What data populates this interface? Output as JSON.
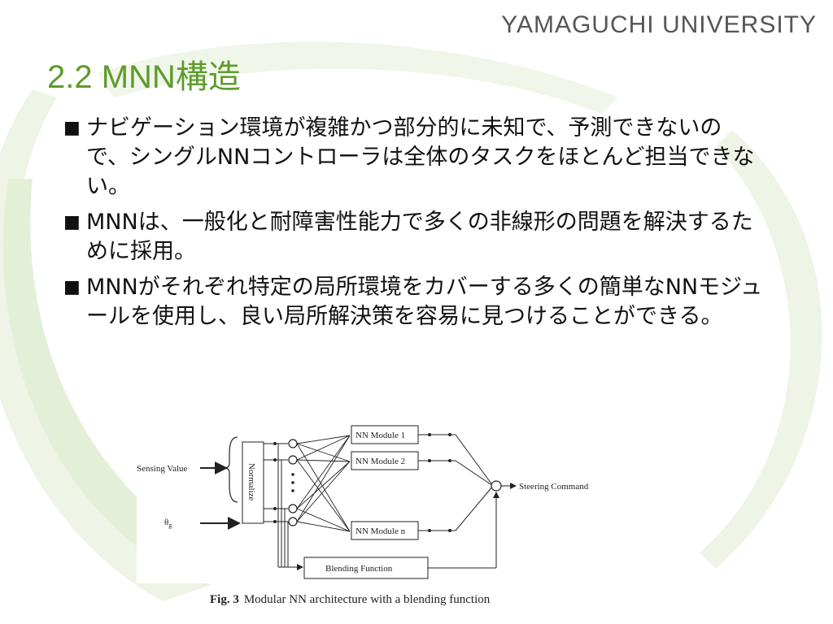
{
  "header": {
    "university": "YAMAGUCHI UNIVERSITY"
  },
  "slide": {
    "title": "2.2 MNN構造"
  },
  "bullets": [
    {
      "marker": "■",
      "text": "ナビゲーション環境が複雑かつ部分的に未知で、予測できないので、シングルNNコントローラは全体のタスクをほとんど担当できない。"
    },
    {
      "marker": "■",
      "text": "MNNは、一般化と耐障害性能力で多くの非線形の問題を解決するために採用。"
    },
    {
      "marker": "■",
      "text": "MNNがそれぞれ特定の局所環境をカバーする多くの簡単なNNモジュールを使用し、良い局所解決策を容易に見つけることができる。"
    }
  ],
  "figure": {
    "sensing_value": "Sensing Value",
    "theta_symbol": "θ",
    "theta_subscript": "g",
    "normalize": "Normalize",
    "module1": "NN Module 1",
    "module2": "NN Module 2",
    "modulen": "NN Module n",
    "blending": "Blending Function",
    "steering": "Steering Command",
    "caption_label": "Fig. 3",
    "caption_text": "Modular NN  architecture with a blending  function"
  }
}
